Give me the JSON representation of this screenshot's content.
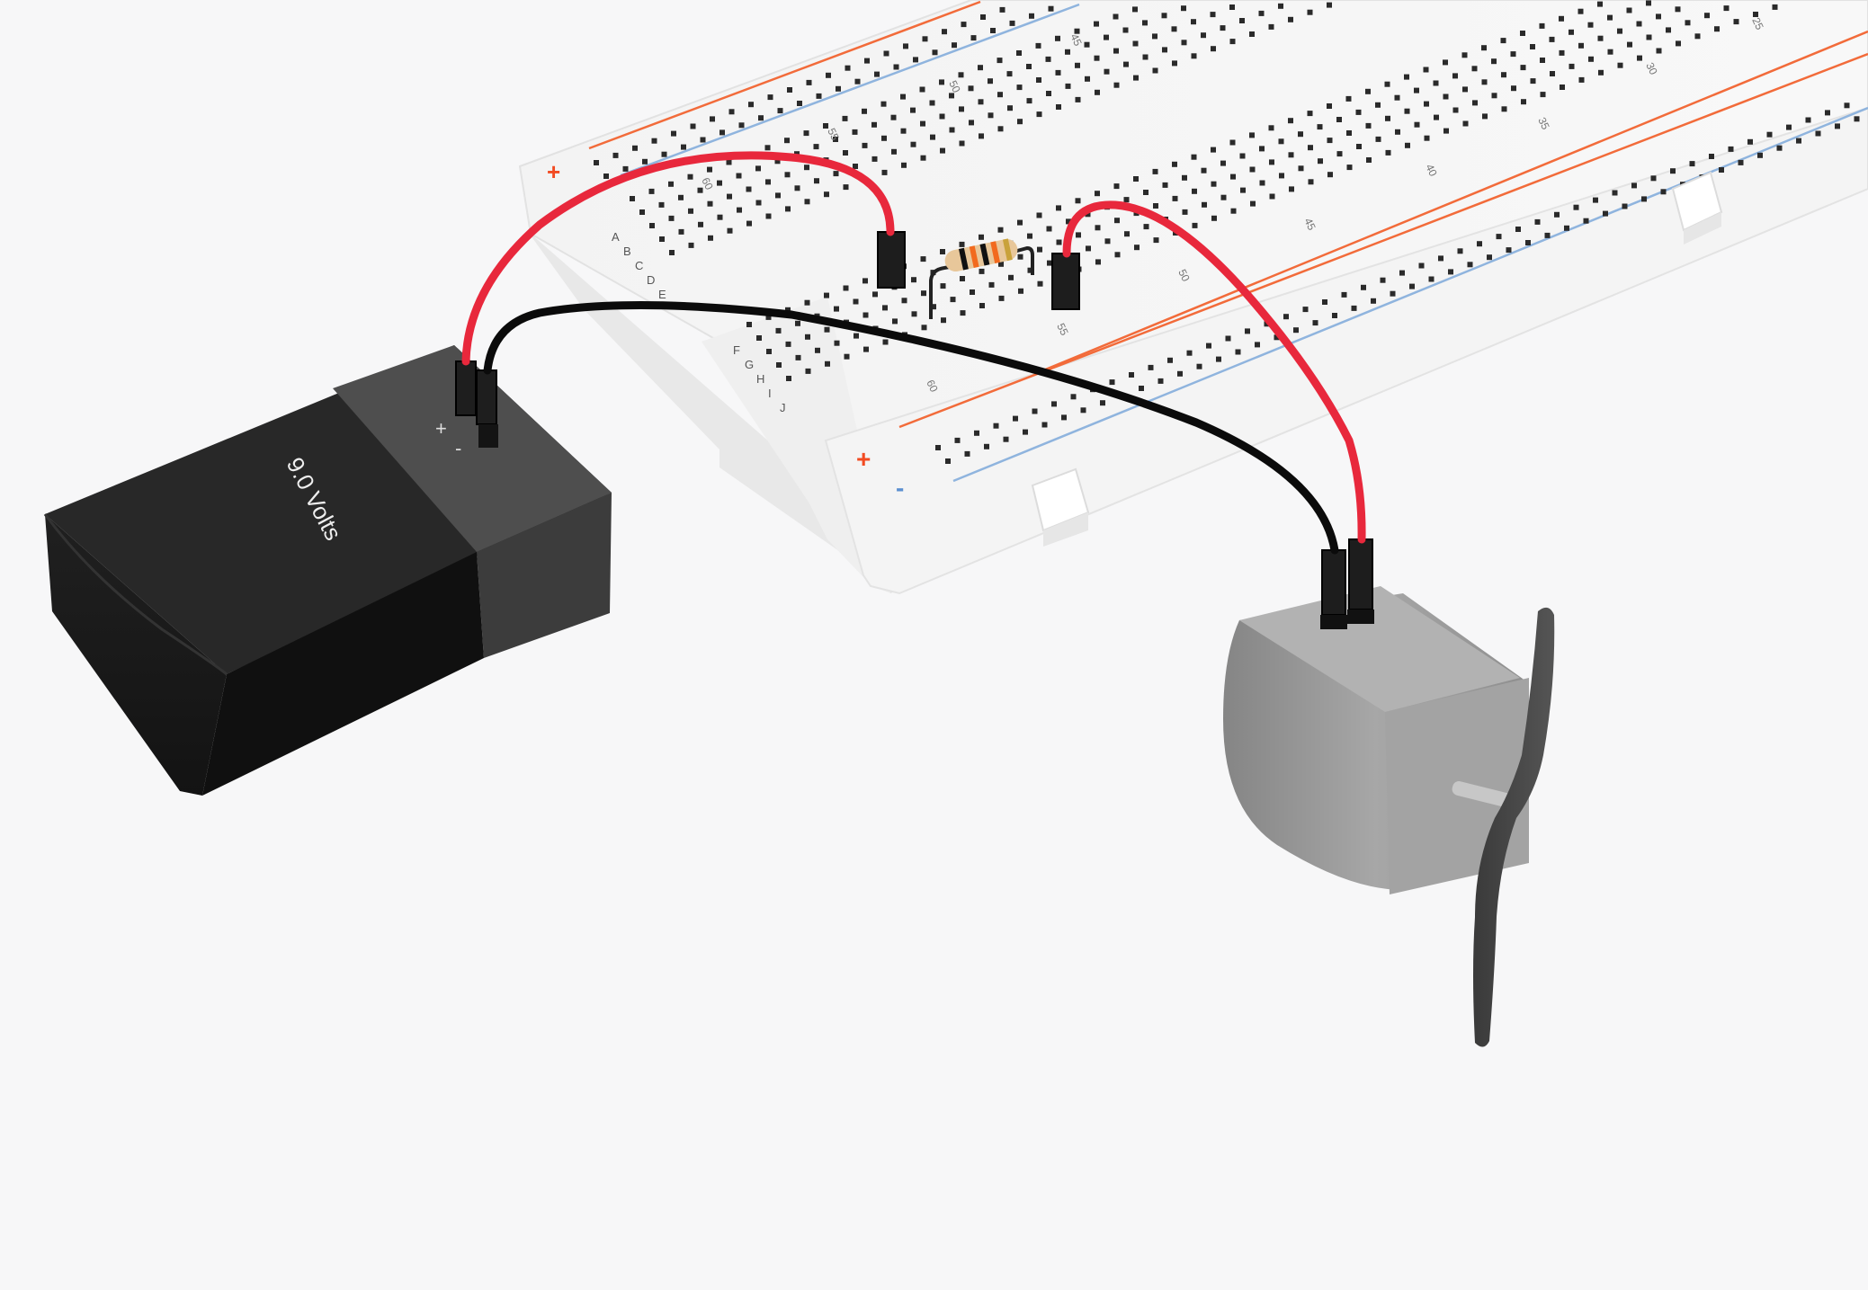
{
  "scene": {
    "battery": {
      "label": "9.0 Volts",
      "plus_label": "+",
      "minus_label": "-"
    },
    "breadboard": {
      "rail_plus_symbol": "+",
      "rail_minus_symbol": "-",
      "row_letters_top": [
        "A",
        "B",
        "C",
        "D",
        "E"
      ],
      "row_letters_bottom": [
        "F",
        "G",
        "H",
        "I",
        "J"
      ],
      "column_numbers_top": [
        "25",
        "30",
        "35",
        "40",
        "45",
        "50",
        "55",
        "60"
      ],
      "column_numbers_near": [
        "45",
        "50",
        "55",
        "60"
      ]
    },
    "colors": {
      "background": "#f7f7f8",
      "wire_red": "#e8283c",
      "wire_black": "#0b0b0b",
      "breadboard": "#f1f1f1",
      "rail_plus": "#f26b3a",
      "rail_minus": "#8fb4de",
      "battery_body": "#1b1b1b",
      "battery_cap": "#4c4c4c",
      "motor_body": "#9c9c9c",
      "propeller": "#464646"
    }
  }
}
